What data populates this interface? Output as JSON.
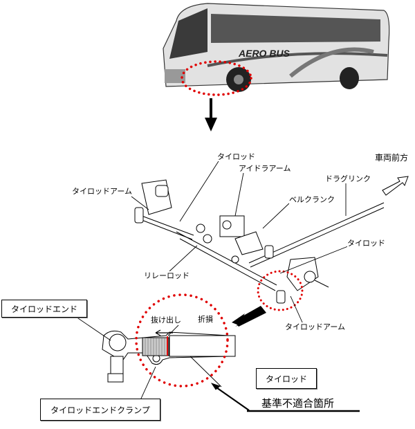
{
  "bus": {
    "logo_text": "AERO BUS"
  },
  "labels": {
    "tie_rod_top": "タイロッド",
    "idler_arm": "アイドラアーム",
    "vehicle_front": "車両前方",
    "drag_link": "ドラグリンク",
    "tie_rod_arm_left": "タイロッドアーム",
    "bell_crank": "ベルクランク",
    "tie_rod_right": "タイロッド",
    "relay_rod": "リレーロッド",
    "tie_rod_arm_right": "タイロッドアーム",
    "pull_out": "抜け出し",
    "fracture": "折損"
  },
  "callouts": {
    "tie_rod_end": "タイロッドエンド",
    "tie_rod": "タイロッド",
    "tie_rod_end_clamp": "タイロッドエンドクランプ",
    "nonconforming_part": "基準不適合箇所"
  },
  "colors": {
    "highlight": "#e00000",
    "line": "#000000"
  }
}
